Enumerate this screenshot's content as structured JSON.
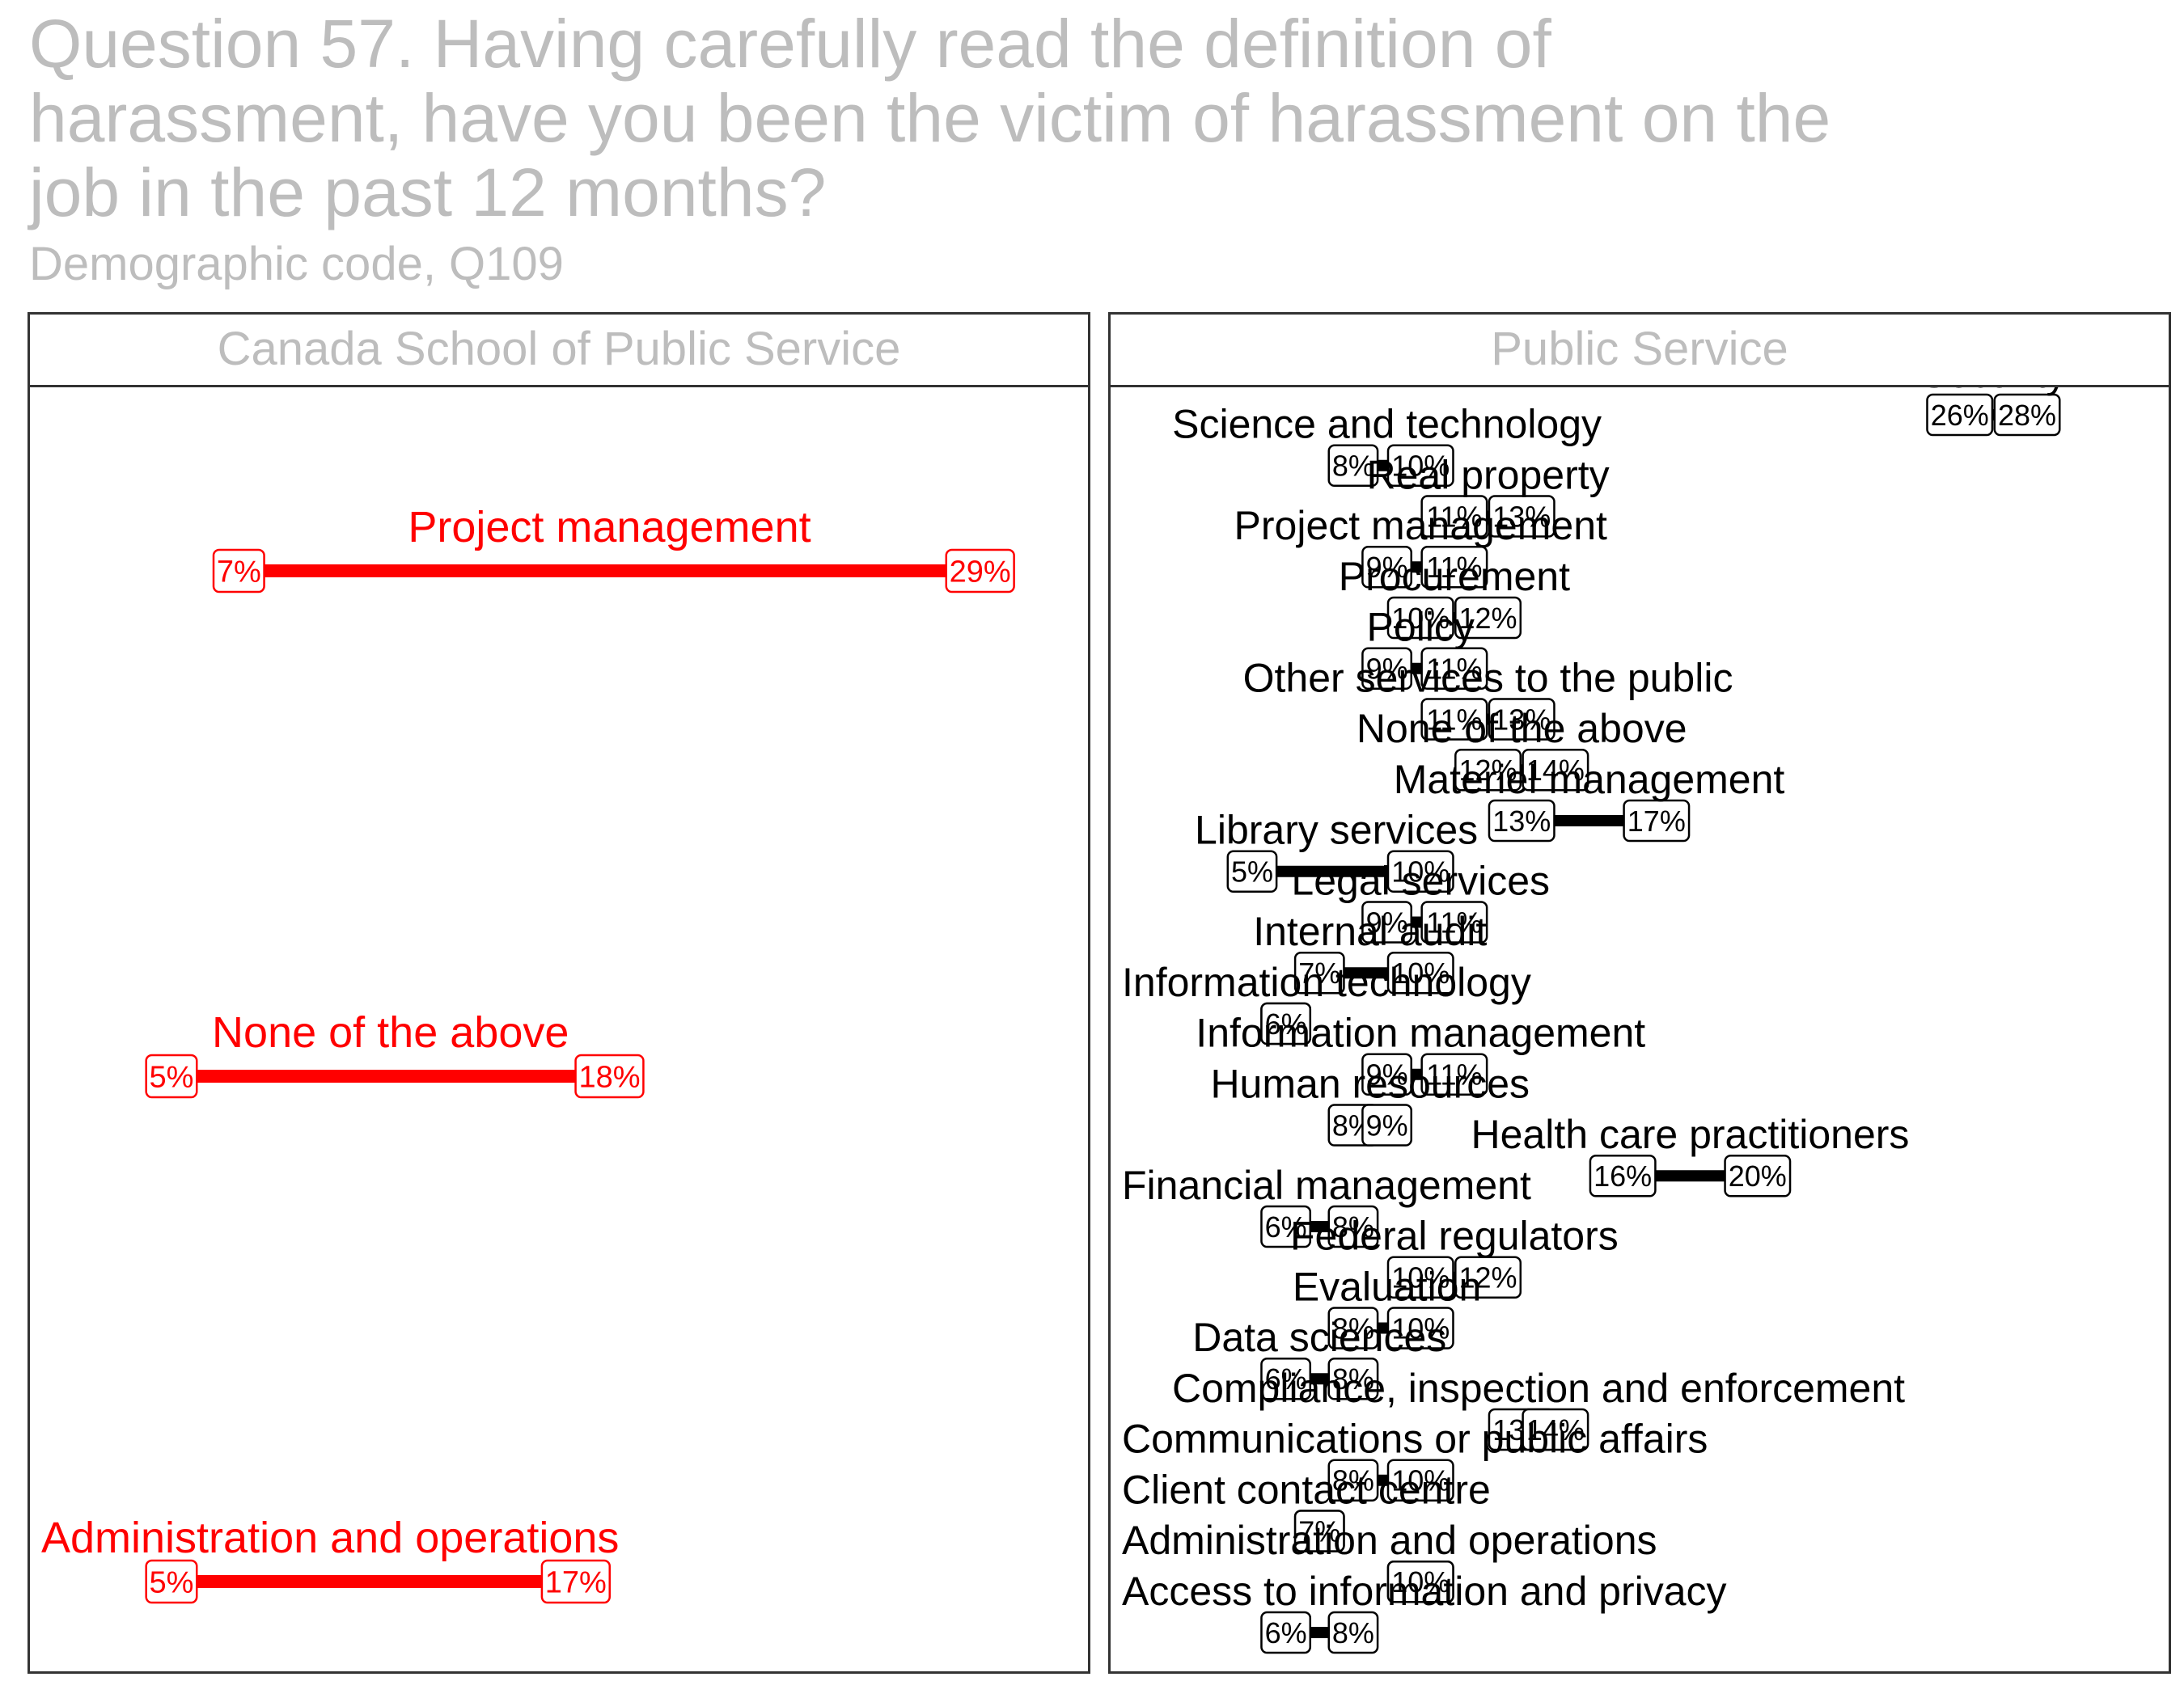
{
  "title": "Question 57. Having carefully read the definition of harassment, have you been the victim of harassment on the job in the past 12 months?",
  "subtitle": "Demographic code, Q109",
  "colors": {
    "highlight": "#ff0000",
    "default": "#000000",
    "strip_text": "#bdbdbd",
    "border": "#333333"
  },
  "chart_data": [
    {
      "type": "dumbbell",
      "panel": "Canada School of Public Service",
      "xlim": [
        2,
        31
      ],
      "grid": false,
      "rows": [
        {
          "label": "Project management",
          "low": 7,
          "high": 29,
          "highlight": true
        },
        {
          "label": "None of the above",
          "low": 5,
          "high": 18,
          "highlight": true
        },
        {
          "label": "Administration and operations",
          "low": 5,
          "high": 17,
          "highlight": true
        }
      ]
    },
    {
      "type": "dumbbell",
      "panel": "Public Service",
      "xlim": [
        2,
        31
      ],
      "grid": false,
      "rows": [
        {
          "label": "Security",
          "low": 26,
          "high": 28,
          "highlight": false
        },
        {
          "label": "Science and technology",
          "low": 8,
          "high": 10,
          "highlight": false
        },
        {
          "label": "Real property",
          "low": 11,
          "high": 13,
          "highlight": false
        },
        {
          "label": "Project management",
          "low": 9,
          "high": 11,
          "highlight": false
        },
        {
          "label": "Procurement",
          "low": 10,
          "high": 12,
          "highlight": false
        },
        {
          "label": "Policy",
          "low": 9,
          "high": 11,
          "highlight": false
        },
        {
          "label": "Other services to the public",
          "low": 11,
          "high": 13,
          "highlight": false
        },
        {
          "label": "None of the above",
          "low": 12,
          "high": 14,
          "highlight": false
        },
        {
          "label": "Materiel management",
          "low": 13,
          "high": 17,
          "highlight": false
        },
        {
          "label": "Library services",
          "low": 5,
          "high": 10,
          "highlight": false
        },
        {
          "label": "Legal services",
          "low": 9,
          "high": 11,
          "highlight": false
        },
        {
          "label": "Internal audit",
          "low": 7,
          "high": 10,
          "highlight": false
        },
        {
          "label": "Information technology",
          "low": 6,
          "high": 6,
          "highlight": false
        },
        {
          "label": "Information management",
          "low": 9,
          "high": 11,
          "highlight": false
        },
        {
          "label": "Human resources",
          "low": 8,
          "high": 9,
          "highlight": false
        },
        {
          "label": "Health care practitioners",
          "low": 16,
          "high": 20,
          "highlight": false
        },
        {
          "label": "Financial management",
          "low": 6,
          "high": 8,
          "highlight": false
        },
        {
          "label": "Federal regulators",
          "low": 10,
          "high": 12,
          "highlight": false
        },
        {
          "label": "Evaluation",
          "low": 8,
          "high": 10,
          "highlight": false
        },
        {
          "label": "Data sciences",
          "low": 6,
          "high": 8,
          "highlight": false
        },
        {
          "label": "Compliance, inspection and enforcement",
          "low": 13,
          "high": 14,
          "highlight": false
        },
        {
          "label": "Communications or public affairs",
          "low": 8,
          "high": 10,
          "highlight": false
        },
        {
          "label": "Client contact centre",
          "low": 7,
          "high": 7,
          "highlight": false
        },
        {
          "label": "Administration and operations",
          "low": 10,
          "high": 10,
          "highlight": false
        },
        {
          "label": "Access to information and privacy",
          "low": 6,
          "high": 8,
          "highlight": false
        }
      ]
    }
  ]
}
